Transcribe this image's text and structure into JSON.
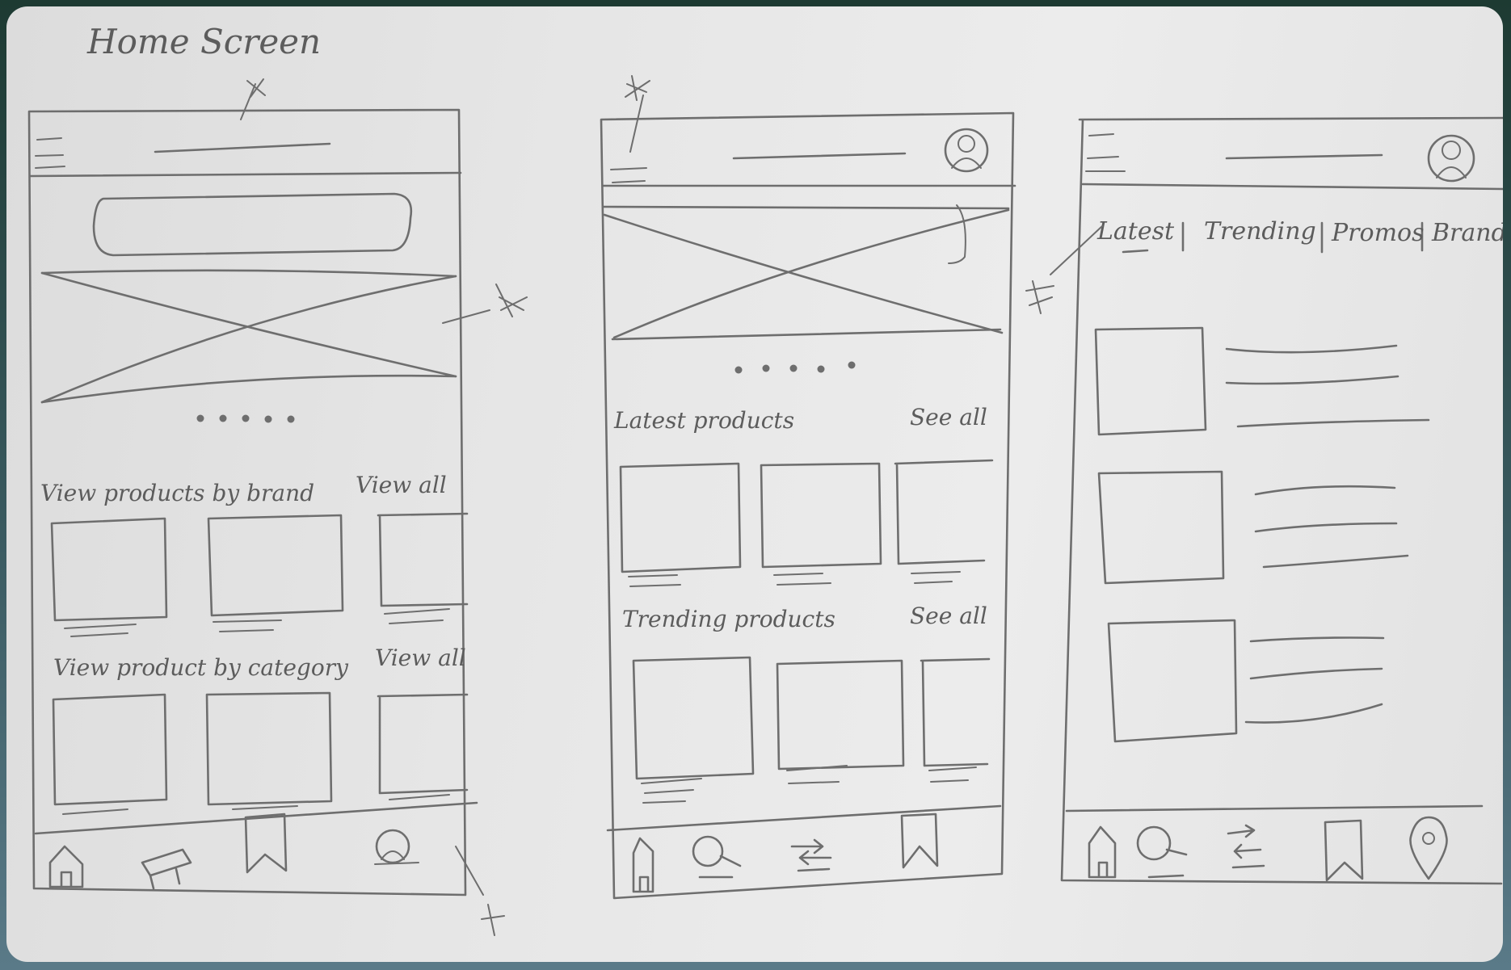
{
  "page_title": "Home Screen",
  "screens": [
    {
      "id": "home",
      "sections": [
        {
          "title": "View products by brand",
          "action": "View all"
        },
        {
          "title": "View product by category",
          "action": "View all"
        }
      ],
      "carousel_dots": 5
    },
    {
      "id": "products",
      "sections": [
        {
          "title": "Latest products",
          "action": "See all"
        },
        {
          "title": "Trending products",
          "action": "See all"
        }
      ],
      "carousel_dots": 5
    },
    {
      "id": "list",
      "tabs": [
        "Latest",
        "Trending",
        "Promos",
        "Brands"
      ],
      "active_tab": "Latest",
      "list_items": 3
    }
  ],
  "icons": {
    "home_nav": [
      "menu-icon",
      "home-icon",
      "shop-icon",
      "bookmark-icon",
      "profile-icon"
    ],
    "products_nav": [
      "home-icon",
      "search-icon",
      "transfer-icon",
      "bookmark-icon"
    ],
    "list_nav": [
      "home-icon",
      "search-icon",
      "transfer-icon",
      "bookmark-icon",
      "location-icon"
    ]
  },
  "colors": {
    "pencil": "#6e6e6e",
    "paper": "#e6e6e6",
    "frame": "#1d3a32"
  }
}
